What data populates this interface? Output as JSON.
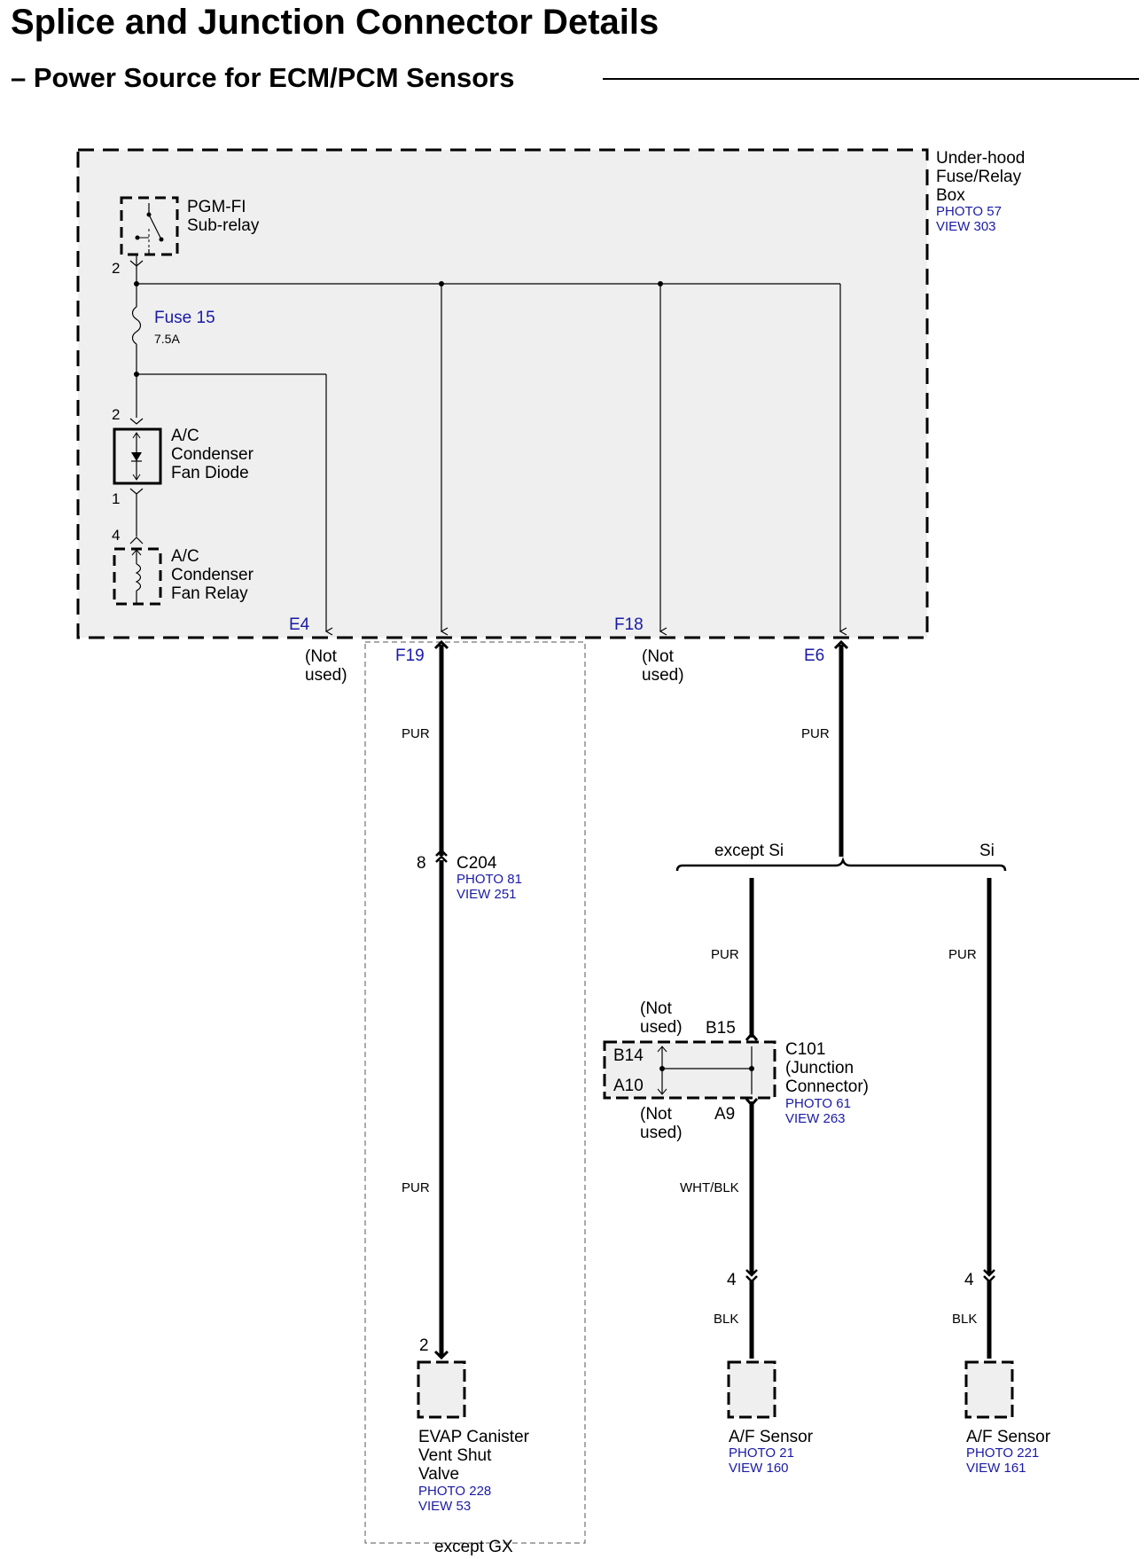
{
  "page": {
    "title": "Splice and Junction Connector Details",
    "subtitle": "– Power Source for ECM/PCM Sensors"
  },
  "fuse_box": {
    "name_line1": "Under-hood",
    "name_line2": "Fuse/Relay",
    "name_line3": "Box",
    "photo": "PHOTO 57",
    "view": "VIEW 303"
  },
  "subrelay": {
    "line1": "PGM-FI",
    "line2": "Sub-relay",
    "pin": "2"
  },
  "fuse": {
    "name": "Fuse 15",
    "rating": "7.5A"
  },
  "diode": {
    "line1": "A/C",
    "line2": "Condenser",
    "line3": "Fan Diode",
    "pin_top": "2",
    "pin_bottom": "1"
  },
  "fan_relay": {
    "line1": "A/C",
    "line2": "Condenser",
    "line3": "Fan Relay",
    "pin": "4"
  },
  "terminals": {
    "e4": "E4",
    "f19": "F19",
    "f18": "F18",
    "e6": "E6"
  },
  "not_used": {
    "line1": "(Not",
    "line2": "used)"
  },
  "wires": {
    "pur": "PUR",
    "wht_blk": "WHT/BLK",
    "blk": "BLK"
  },
  "c204": {
    "pin": "8",
    "name": "C204",
    "photo": "PHOTO 81",
    "view": "VIEW 251"
  },
  "variants": {
    "except_si": "except Si",
    "si": "Si",
    "except_gx": "except GX"
  },
  "c101": {
    "line1": "C101",
    "line2": "(Junction",
    "line3": "Connector)",
    "photo": "PHOTO 61",
    "view": "VIEW 263",
    "b15": "B15",
    "b14": "B14",
    "a10": "A10",
    "a9": "A9"
  },
  "evap": {
    "pin": "2",
    "line1": "EVAP Canister",
    "line2": "Vent Shut",
    "line3": "Valve",
    "photo": "PHOTO 228",
    "view": "VIEW 53"
  },
  "af_sensor_1": {
    "pin": "4",
    "name": "A/F Sensor",
    "photo": "PHOTO 21",
    "view": "VIEW 160"
  },
  "af_sensor_2": {
    "pin": "4",
    "name": "A/F Sensor",
    "photo": "PHOTO 221",
    "view": "VIEW 161"
  }
}
